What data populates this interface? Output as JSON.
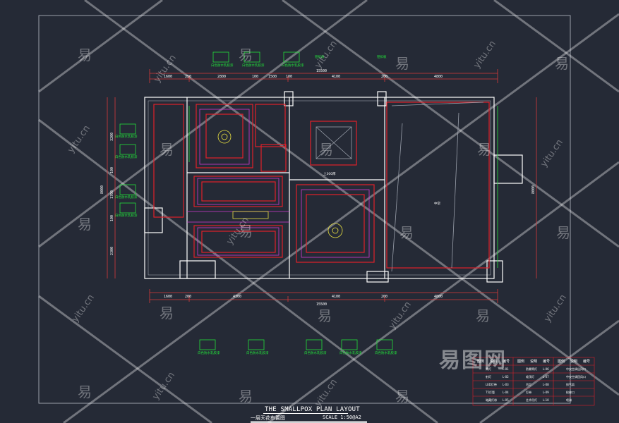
{
  "drawing": {
    "title_en": "THE SMALLPOX PLAN LAYOUT",
    "title_cn": "一层天花布置图",
    "scale": "SCALE 1:50@A2"
  },
  "dimensions": {
    "top_total": "15500",
    "top_segments": [
      "1600",
      "250",
      "2800",
      "100",
      "1500",
      "100",
      "4100",
      "200",
      "4800"
    ],
    "bottom_total": "15500",
    "bottom_segments": [
      "1600",
      "200",
      "4300",
      "4100",
      "200",
      "4800"
    ],
    "left_total": "8000",
    "left_segments": [
      "3200",
      "100",
      "1700",
      "100",
      "2300"
    ],
    "right_total": "8000"
  },
  "annotations": {
    "light_tag": "白色防水乳胶漆",
    "room_label": "中空",
    "stair_label": "上300厚",
    "green_note_1": "铝扣板",
    "green_note_2": "铝扣板"
  },
  "legend": {
    "headers": [
      "图例",
      "说明",
      "编号",
      "图例",
      "说明",
      "编号",
      "图例",
      "说明",
      "编号"
    ],
    "rows": [
      [
        "筒灯",
        "L-01",
        "防雾筒灯",
        "L-06",
        "中央空调出风口"
      ],
      [
        "射灯",
        "L-02",
        "吸顶灯",
        "L-07",
        "中央空调回风口"
      ],
      [
        "LED灯带",
        "L-03",
        "吊灯",
        "L-08",
        "排气扇"
      ],
      [
        "T5灯管",
        "L-04",
        "灯带",
        "L-09",
        "检修口"
      ],
      [
        "暗藏灯带",
        "L-05",
        "艺术吊灯",
        "L-10",
        "喷淋"
      ]
    ]
  },
  "watermarks": {
    "cn": "易",
    "en": "yitu.cn",
    "brand": "易图网"
  },
  "colors": {
    "background": "#252a36",
    "wall": "#ffffff",
    "ceiling_red": "#e0202a",
    "dimension_red": "#d83a3a",
    "annotation_green": "#22e03a",
    "accent_magenta": "#d23ad2",
    "fixture_yellow": "#e8e040"
  }
}
